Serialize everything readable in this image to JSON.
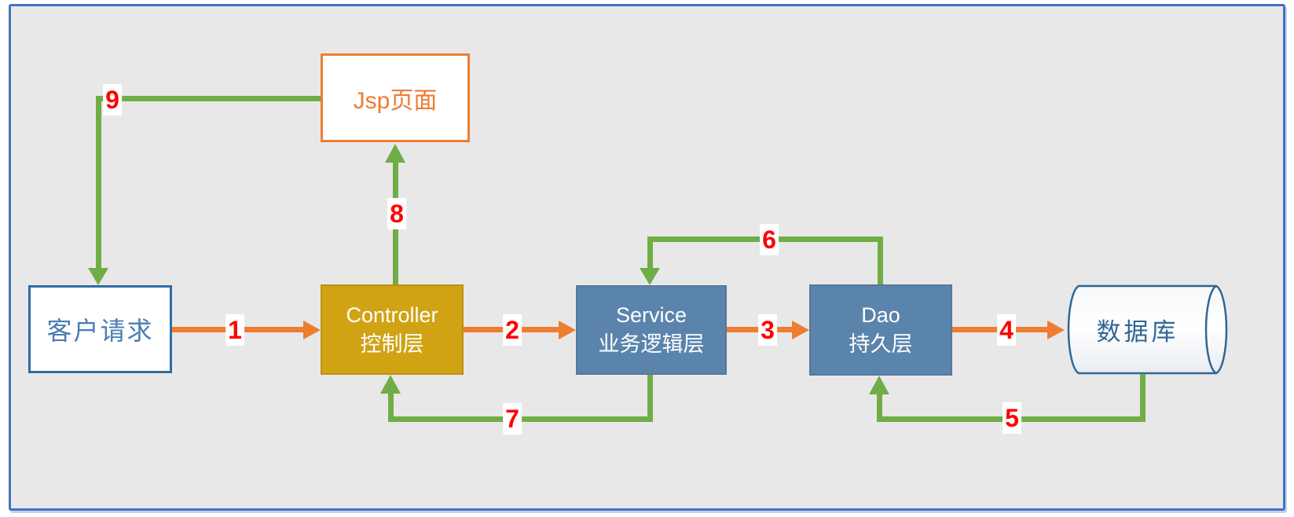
{
  "nodes": {
    "jsp": {
      "label": "Jsp页面"
    },
    "client": {
      "label": "客户请求"
    },
    "controller": {
      "line1": "Controller",
      "line2": "控制层"
    },
    "service": {
      "line1": "Service",
      "line2": "业务逻辑层"
    },
    "dao": {
      "line1": "Dao",
      "line2": "持久层"
    },
    "database": {
      "label": "数据库"
    }
  },
  "steps": [
    "1",
    "2",
    "3",
    "4",
    "5",
    "6",
    "7",
    "8",
    "9"
  ],
  "colors": {
    "request_arrow": "#ed7d31",
    "response_arrow": "#70ad47",
    "step_number": "#ff0000",
    "step_chip_background": "#ffffff",
    "controller_fill": "#d0a315",
    "service_fill": "#5b84ac",
    "dao_fill": "#5b84ac",
    "jsp_accent": "#ed7d31",
    "client_border": "#2e6da4",
    "client_text": "#4a7cb5",
    "database_accent": "#2f6695",
    "frame_border": "#4472c4",
    "canvas_background": "#e9e8e8"
  }
}
